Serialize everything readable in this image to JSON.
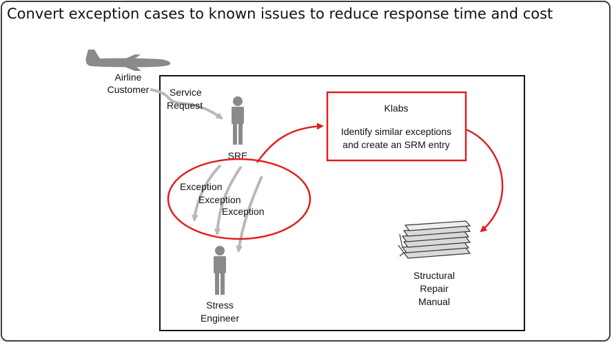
{
  "slide": {
    "title": "Convert exception cases to known issues to reduce response time and cost"
  },
  "diagram": {
    "airline_customer": [
      "Airline",
      "Customer"
    ],
    "service_request": [
      "Service",
      "Request"
    ],
    "sre": "SRE",
    "exceptions": [
      "Exception",
      "Exception",
      "Exception"
    ],
    "stress_engineer": [
      "Stress",
      "Engineer"
    ],
    "klabs": {
      "title": "Klabs",
      "text": [
        "Identify similar exceptions",
        "and create an SRM entry"
      ]
    },
    "srm": [
      "Structural",
      "Repair",
      "Manual"
    ]
  },
  "colors": {
    "accent_red": "#e02020",
    "figure_gray": "#8a8a8a",
    "arrow_gray": "#b8b8b8",
    "border": "#111111"
  }
}
